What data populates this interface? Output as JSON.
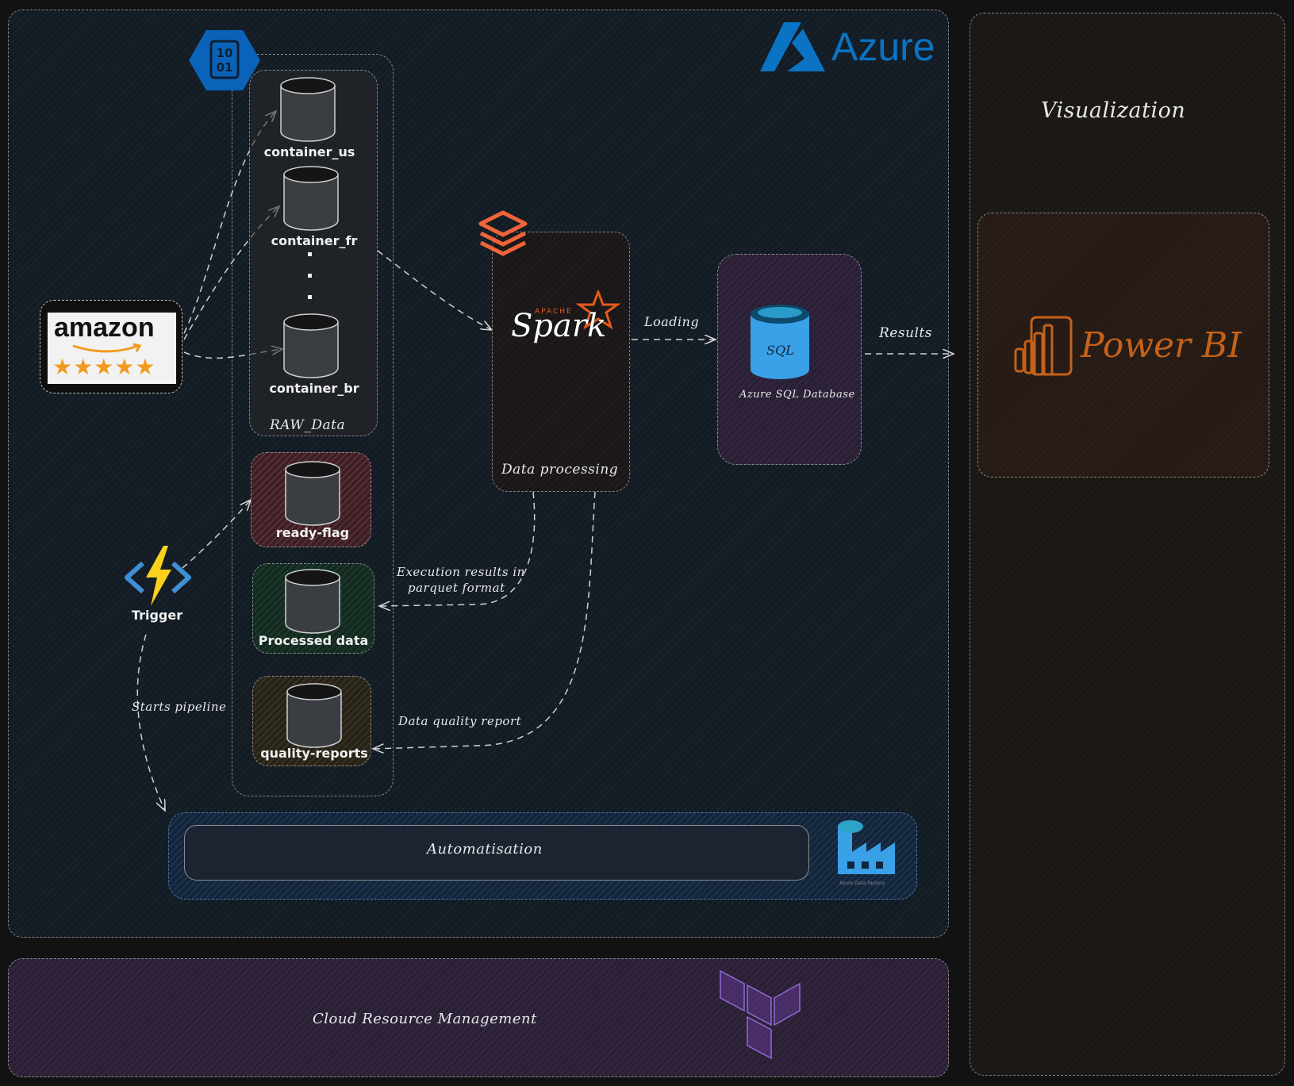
{
  "cloud": {
    "name": "Azure",
    "brand_color": "#0a73c4"
  },
  "visualization": {
    "title": "Visualization",
    "tool": "Power BI",
    "tool_color": "#c4621a"
  },
  "source": {
    "logo_text": "amazon",
    "rating_stars": 5
  },
  "raw_storage": {
    "label": "RAW_Data",
    "containers": [
      "container_us",
      "container_fr",
      "container_br"
    ]
  },
  "storage_blocks": {
    "ready_flag": "ready-flag",
    "processed": "Processed data",
    "quality": "quality-reports"
  },
  "trigger": {
    "label": "Trigger",
    "arrow_label": "Starts pipeline"
  },
  "processing": {
    "label": "Data processing",
    "engine": "Spark",
    "engine_super": "APACHE"
  },
  "database": {
    "icon_text": "SQL",
    "label": "Azure SQL Database"
  },
  "edges": {
    "loading": "Loading",
    "results": "Results",
    "exec_results_line1": "Execution results in",
    "exec_results_line2": "parquet format",
    "quality_report": "Data quality report"
  },
  "automation": {
    "label": "Automatisation",
    "icon_caption": "Azure Data Factory"
  },
  "iac": {
    "label": "Cloud Resource Management"
  },
  "blob_icon": {
    "line1": "10",
    "line2": "01"
  },
  "colors": {
    "ready_flag_bg": "#3a1f24",
    "processed_bg": "#14291f",
    "quality_bg": "#262218",
    "spark_orange": "#e25a1c",
    "sql_blue": "#50b0f0",
    "terraform_purple": "#7b42bc",
    "adf_blue": "#0078d4",
    "trigger_yellow": "#fbd11c"
  }
}
